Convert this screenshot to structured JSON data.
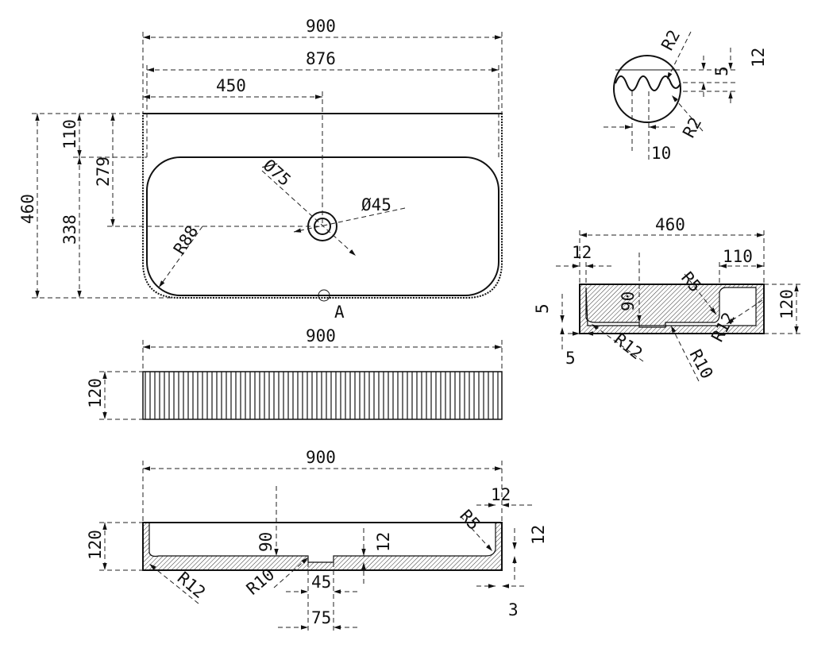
{
  "top_view": {
    "width_900": "900",
    "width_876": "876",
    "half_450": "450",
    "depth_460": "460",
    "depth_110": "110",
    "depth_338": "338",
    "drain_279": "279",
    "dia_75": "Ø75",
    "dia_45": "Ø45",
    "radius_88": "R88",
    "detail_label": "A"
  },
  "detail_a": {
    "r2_top": "R2",
    "r2_bottom": "R2",
    "dim_5": "5",
    "dim_12": "12",
    "dim_10": "10"
  },
  "side_section": {
    "width_460": "460",
    "dim_12": "12",
    "dim_110": "110",
    "r5": "R5",
    "dim_90": "90",
    "height_120": "120",
    "dim_5_left": "5",
    "dim_5_bottom": "5",
    "r12_left": "R12",
    "r12_right": "R12",
    "r10": "R10"
  },
  "front_view": {
    "width_900": "900",
    "height_120": "120"
  },
  "long_section": {
    "width_900": "900",
    "height_120": "120",
    "dim_90": "90",
    "dim_12_mid": "12",
    "r5": "R5",
    "dim_12_top": "12",
    "dim_12_right": "12",
    "r10": "R10",
    "r12": "R12",
    "dim_45": "45",
    "dim_75": "75",
    "dim_3": "3"
  }
}
